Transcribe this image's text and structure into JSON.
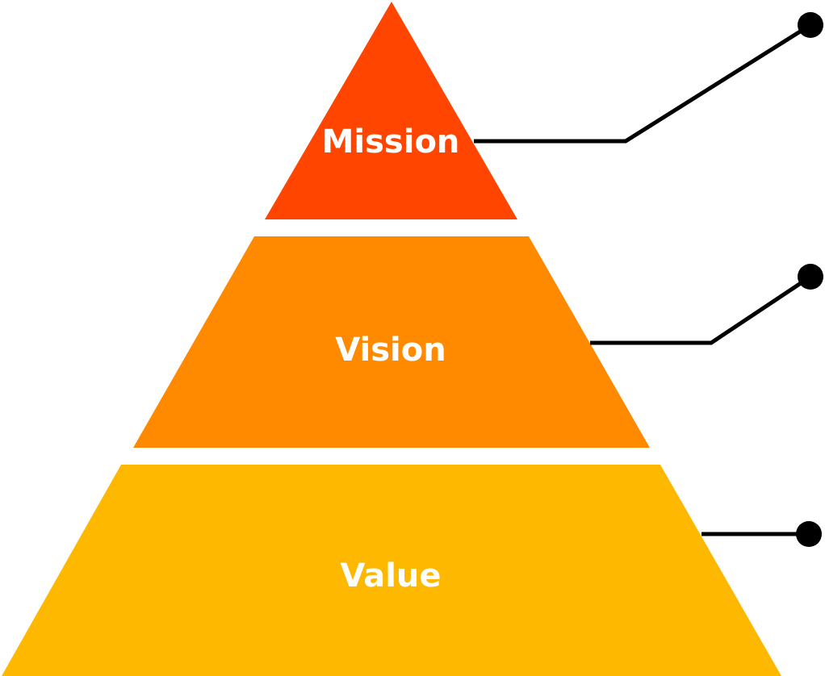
{
  "pyramid": {
    "tiers": [
      {
        "label": "Mission",
        "color": "#FF4500"
      },
      {
        "label": "Vision",
        "color": "#FF8A00"
      },
      {
        "label": "Value",
        "color": "#FFB800"
      }
    ],
    "connector_color": "#000000"
  }
}
